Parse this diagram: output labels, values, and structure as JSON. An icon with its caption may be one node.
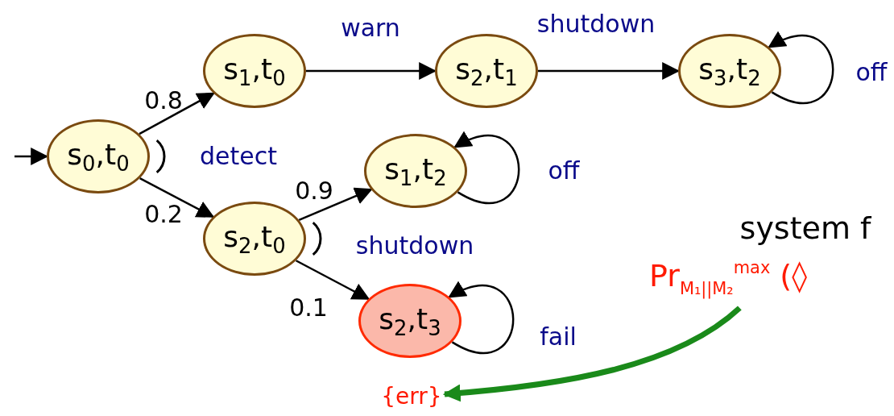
{
  "diagram": {
    "nodes": [
      {
        "text": [
          "s$_{0}$,t$_{0}$"
        ]
      },
      {
        "text": [
          "s$_{1}$,t$_{0}$"
        ]
      },
      {
        "text": [
          "s$_{2}$,t$_{1}$"
        ]
      },
      {
        "text": [
          "s$_{3}$,t$_{2}$"
        ]
      },
      {
        "text": [
          "s$_{1}$,t$_{2}$"
        ]
      },
      {
        "text": [
          "s$_{2}$,t$_{0}$"
        ]
      },
      {
        "text": [
          "s$_{2}$,t$_{3}$"
        ]
      },
      {
        "text": [
          "{err}"
        ]
      },
      {
        "text": [
          "Pr$_{M₁||M₂}$$^{max}$ (◊"
        ]
      }
    ],
    "edges": [
      {
        "from": null,
        "to": 0,
        "arrow": "to"
      },
      {
        "from": 0,
        "to": 1,
        "arrow": "to",
        "label": "0.8"
      },
      {
        "from": 0,
        "to": 5,
        "arrow": "to",
        "label": "0.2"
      },
      {
        "from": 1,
        "to": 2,
        "arrow": "to",
        "label": "warn"
      },
      {
        "from": 2,
        "to": 3,
        "arrow": "to",
        "label": "shutdown"
      },
      {
        "from": 3,
        "to": 3,
        "arrow": "to",
        "label": "off"
      },
      {
        "from": 5,
        "to": 4,
        "arrow": "to",
        "label": "0.9"
      },
      {
        "from": 5,
        "to": 6,
        "arrow": "to",
        "label": "0.1"
      },
      {
        "from": 4,
        "to": 4,
        "arrow": "to",
        "label": "off"
      },
      {
        "from": 6,
        "to": 6,
        "arrow": "to",
        "label": "fail"
      },
      {
        "from": 8,
        "to": 7,
        "arrow": "to",
        "style": "thick",
        "color": "#1a8a1a"
      }
    ],
    "labels": [
      "detect",
      "shutdown",
      "system f"
    ]
  }
}
